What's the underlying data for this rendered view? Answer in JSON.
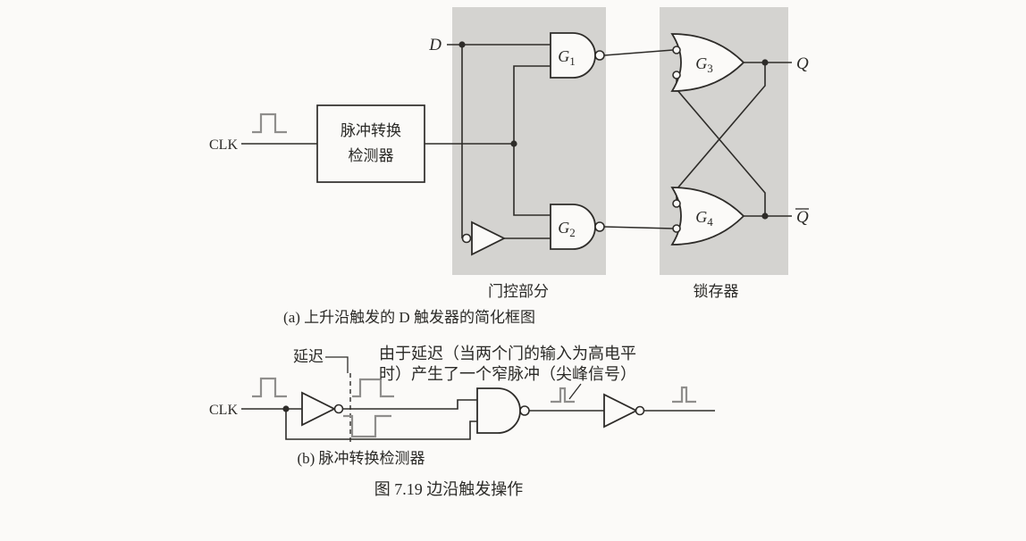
{
  "colors": {
    "background": "#fbfaf8",
    "ink": "#2e2c29",
    "gray_band": "#d4d3d0",
    "waveform_gray": "#8f8e8c"
  },
  "part_a": {
    "caption": "(a) 上升沿触发的 D 触发器的简化框图",
    "d_label": "D",
    "clk_label": "CLK",
    "detector_line1": "脉冲转换",
    "detector_line2": "检测器",
    "gate_letter": "G",
    "g1_sub": "1",
    "g2_sub": "2",
    "g3_sub": "3",
    "g4_sub": "4",
    "q_label": "Q",
    "q_bar_label": "Q",
    "gating_label": "门控部分",
    "latch_label": "锁存器"
  },
  "part_b": {
    "caption": "(b) 脉冲转换检测器",
    "clk_label": "CLK",
    "delay_label": "延迟",
    "note_line1": "由于延迟（当两个门的输入为高电平",
    "note_line2": "时）产生了一个窄脉冲（尖峰信号）"
  },
  "figure_caption": "图 7.19  边沿触发操作"
}
